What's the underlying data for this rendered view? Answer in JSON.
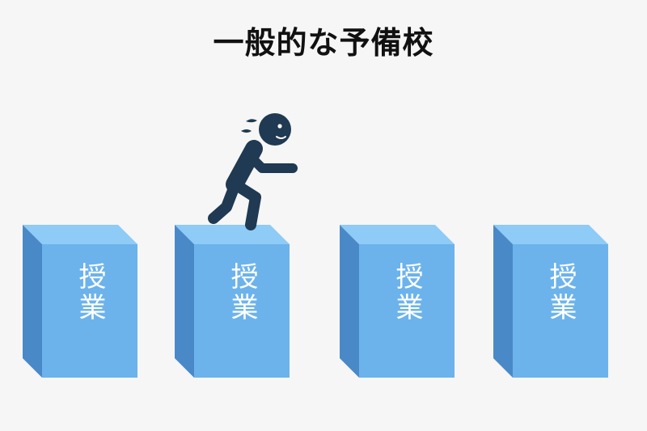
{
  "title": "一般的な予備校",
  "blocks": [
    {
      "label": "授業"
    },
    {
      "label": "授業"
    },
    {
      "label": "授業"
    },
    {
      "label": "授業"
    }
  ],
  "colors": {
    "background": "#f6f6f6",
    "block_front": "#6cb3ec",
    "block_top": "#8ecbf7",
    "block_side": "#4a89c8",
    "figure": "#1f3a52",
    "title": "#111111"
  },
  "figure": {
    "icon": "stumbling-person-icon"
  }
}
